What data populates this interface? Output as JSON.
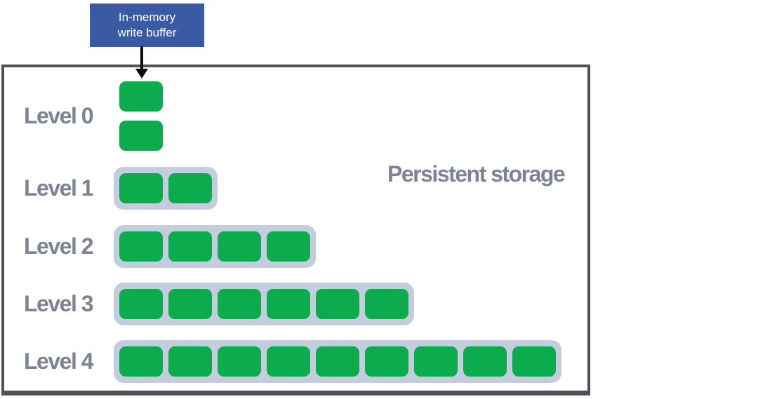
{
  "diagram": {
    "buffer": {
      "line1": "In-memory",
      "line2": "write buffer"
    },
    "storage_label": "Persistent storage",
    "levels": [
      {
        "label": "Level 0",
        "blocks": 2,
        "stacked": true,
        "grouped": false
      },
      {
        "label": "Level 1",
        "blocks": 2,
        "stacked": false,
        "grouped": true
      },
      {
        "label": "Level 2",
        "blocks": 4,
        "stacked": false,
        "grouped": true
      },
      {
        "label": "Level 3",
        "blocks": 6,
        "stacked": false,
        "grouped": true
      },
      {
        "label": "Level 4",
        "blocks": 9,
        "stacked": false,
        "grouped": true
      }
    ],
    "icons": {
      "arrow": "flush-arrow-down"
    }
  },
  "colors": {
    "block_green": "#0cab4e",
    "run_background": "#c3cdde",
    "buffer_blue": "#3a5ba4",
    "box_border": "#4d525a",
    "label_gray": "#7c8494",
    "arrow_black": "#0b0b0b"
  }
}
